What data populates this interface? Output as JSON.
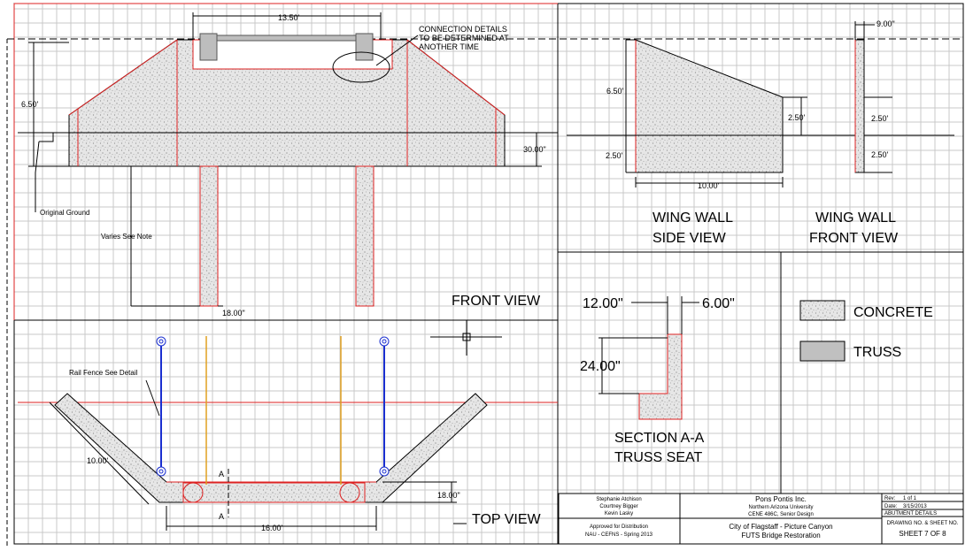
{
  "front_view": {
    "title": "FRONT VIEW",
    "dim_top": "13.50'",
    "dim_left_height": "6.50'",
    "dim_right_height": "30.00\"",
    "dim_pile_width": "18.00\"",
    "connection_note": [
      "CONNECTION DETAILS",
      "TO BE DETERMINED AT",
      "ANOTHER TIME"
    ],
    "original_ground": "Original Ground",
    "varies_note": "Varies See Note"
  },
  "wing_side": {
    "title_line1": "WING WALL",
    "title_line2": "SIDE VIEW",
    "dim_height": "6.50'",
    "dim_lower_left": "2.50'",
    "dim_right": "2.50'",
    "dim_length": "10.00'"
  },
  "wing_front": {
    "title_line1": "WING WALL",
    "title_line2": "FRONT VIEW",
    "dim_thickness": "9.00\"",
    "dim_upper": "2.50'",
    "dim_lower": "2.50'"
  },
  "section": {
    "dim_a": "12.00\"",
    "dim_b": "6.00\"",
    "dim_c": "24.00\"",
    "title_line1": "SECTION A-A",
    "title_line2": "TRUSS SEAT"
  },
  "legend": {
    "concrete": "CONCRETE",
    "truss": "TRUSS",
    "colors": {
      "concrete": "#e4e4e4",
      "truss": "#c0c0c0"
    }
  },
  "top_view": {
    "title": "TOP VIEW",
    "rail_fence_note": "Rail Fence See Detail",
    "dim_wing": "10.00'",
    "dim_width": "16.00'",
    "dim_depth": "18.00\"",
    "section_marker_1": "A",
    "section_marker_2": "A"
  },
  "title_block": {
    "authors": [
      "Stephanie Atchison",
      "Courtney Bigger",
      "Kevin Lasky"
    ],
    "firm": "Pons Pontis Inc.",
    "university": "Northern Arizona University",
    "course": "CENE 486C, Senior Design",
    "approved": "Approved for Distribution",
    "program": "NAU - CEFNS - Spring 2013",
    "client": "City of Flagstaff - Picture Canyon",
    "project": "FUTS Bridge Restoration",
    "rev": "Rev:",
    "rev_value": "1 of 1",
    "date": "Date:",
    "date_value": "3/15/2013",
    "sheet_title": "ABUTMENT DETAILS",
    "drawing_no_label": "DRAWING NO. & SHEET NO.",
    "sheet_no": "SHEET 7 OF 8"
  }
}
